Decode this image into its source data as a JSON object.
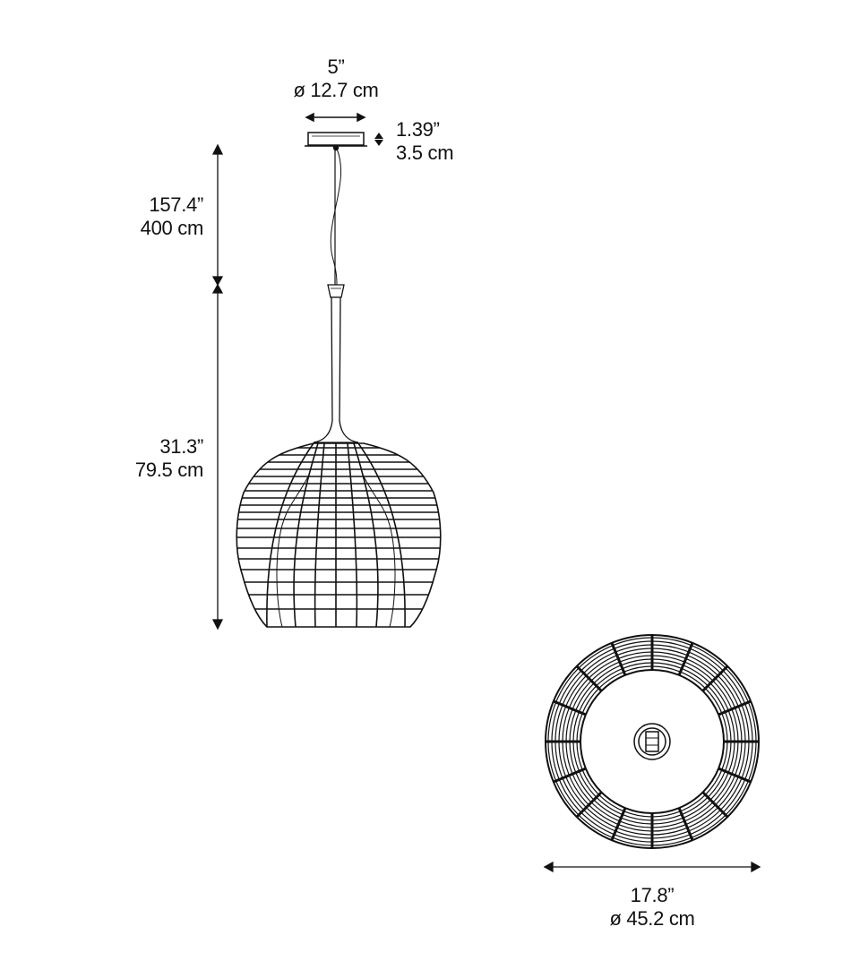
{
  "dimensions": {
    "canopy_diameter": {
      "imperial": "5”",
      "metric": "ø 12.7 cm"
    },
    "canopy_height": {
      "imperial": "1.39”",
      "metric": "3.5 cm"
    },
    "cable_length": {
      "imperial": "157.4”",
      "metric": "400 cm"
    },
    "shade_height": {
      "imperial": "31.3”",
      "metric": "79.5 cm"
    },
    "shade_diameter": {
      "imperial": "17.8”",
      "metric": "ø 45.2 cm"
    }
  },
  "colors": {
    "line": "#111111",
    "background": "#ffffff"
  }
}
